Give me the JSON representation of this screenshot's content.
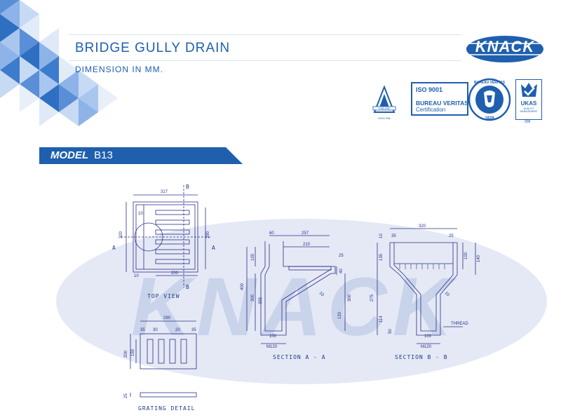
{
  "header": {
    "title": "BRIDGE GULLY DRAIN",
    "subtitle": "DIMENSION IN MM."
  },
  "brand": {
    "logo_text": "KNACK",
    "watermark": "KNACK",
    "color_primary": "#1f5fae",
    "color_line": "#2a2f8a"
  },
  "certifications": {
    "thai_mark_text": "THAILAND",
    "thai_code": "DWG 956",
    "iso_label": "ISO 9001",
    "bv_label": "BUREAU VERITAS",
    "cert_label": "Certification",
    "bv_seal_top": "BUREAU VERITAS",
    "bv_seal_year": "1828",
    "ukas_label": "UKAS",
    "ukas_sub": "QUALITY MANAGEMENT",
    "ukas_num": "008"
  },
  "model": {
    "label": "MODEL",
    "code": "B13"
  },
  "views": {
    "top_view": "TOP VIEW",
    "section_aa": "SECTION A - A",
    "section_bb": "SECTION B - B",
    "grating_detail": "GRATING DETAIL"
  },
  "markers": {
    "a": "A",
    "b": "B"
  },
  "top_view_dims": {
    "width": "317",
    "height": "320",
    "inner_height": "290",
    "inner_width": "200",
    "offset": "10",
    "offset_bottom": "10"
  },
  "section_aa_dims": {
    "top": "257",
    "left": "60",
    "inner": "210",
    "small": "25",
    "h1": "100",
    "h2": "40",
    "total": "400",
    "h3": "300",
    "h4": "355",
    "h5": "120",
    "h6": "300",
    "base": "100",
    "outlet": "M120",
    "wall": "10"
  },
  "section_bb_dims": {
    "top": "320",
    "left": "35",
    "right": "25",
    "top_h": "10",
    "h1": "135",
    "h2": "100",
    "h3": "140",
    "total": "275",
    "h4": "114",
    "h5": "50",
    "base": "100",
    "outlet": "M120",
    "thread": "THREAD",
    "wall": "10"
  },
  "grating_dims": {
    "width": "290",
    "m1": "35",
    "m2": "30",
    "m3": "20",
    "m4": "35",
    "h1": "200",
    "h2": "150",
    "thick": "25"
  }
}
